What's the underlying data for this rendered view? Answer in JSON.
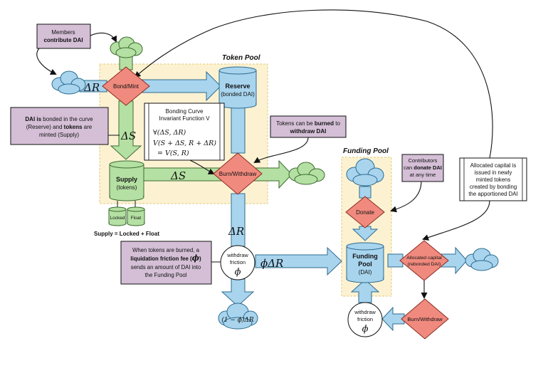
{
  "pools": {
    "token_pool": "Token Pool",
    "funding_pool": "Funding Pool"
  },
  "notes": {
    "members_1": "Members",
    "members_2": "contribute DAI",
    "dai_bonded_1a": "DAI is",
    "dai_bonded_1b": " bonded in the curve",
    "dai_bonded_2a": "(Reserve) and ",
    "dai_bonded_2b": "tokens",
    "dai_bonded_2c": " are",
    "dai_bonded_3": "minted (Supply)",
    "burned_1a": "Tokens can be ",
    "burned_1b": "burned",
    "burned_1c": " to",
    "burned_2": "withdraw DAI",
    "contributors_1": "Contributors",
    "contributors_2a": "can ",
    "contributors_2b": "donate DAI",
    "contributors_3": "at any time",
    "allocated_1": "Allocated capital is",
    "allocated_2": "issued in newly",
    "allocated_3": "minted tokens",
    "allocated_4": "created by bonding",
    "allocated_5": "the apportioned DAI",
    "friction_1": "When tokens are burned, a",
    "friction_2a": "liquidation friction fee (",
    "friction_2b": "ϕ",
    "friction_2c": ")",
    "friction_3": "sends an amount of DAI into",
    "friction_4": "the Funding Pool"
  },
  "nodes": {
    "bond_mint": "Bond/Mint",
    "burn_withdraw": "Burn/Withdraw",
    "donate": "Donate",
    "allocated_capital_1": "Allocated capital",
    "allocated_capital_2": "(rebonded DAI)",
    "burn_withdraw_2": "Burn/Withdraw",
    "reserve_1": "Reserve",
    "reserve_2": "(bonded DAI)",
    "supply_1": "Supply",
    "supply_2": "(tokens)",
    "funding_pool_1": "Funding",
    "funding_pool_2": "Pool",
    "funding_pool_3": "(DAI)",
    "locked": "Locked",
    "float": "Float",
    "supply_eq": "Supply = Locked + Float",
    "friction_a_1": "withdraw",
    "friction_a_2": "friction",
    "friction_a_3": "ϕ",
    "friction_b_1": "withdraw",
    "friction_b_2": "friction",
    "friction_b_3": "ϕ",
    "out_cloud": "(1 − ϕ)ΔR"
  },
  "invariant": {
    "title_1": "Bonding Curve",
    "title_2": "Invariant Function V",
    "eq_1": "∀(ΔS, ΔR)",
    "eq_2": "V(S + ΔS, R + ΔR)",
    "eq_3": "= V(S, R)"
  },
  "flows": {
    "delta_r_in": "ΔR",
    "delta_s_down": "ΔS",
    "delta_s_right": "ΔS",
    "delta_r_down": "ΔR",
    "phi_delta_r": "ϕΔR"
  },
  "colors": {
    "green": "#b5e0a3",
    "blue": "#a8d4ee",
    "red": "#f08a7e",
    "purple": "#d4bfd6",
    "pool": "#fcf2d2"
  }
}
